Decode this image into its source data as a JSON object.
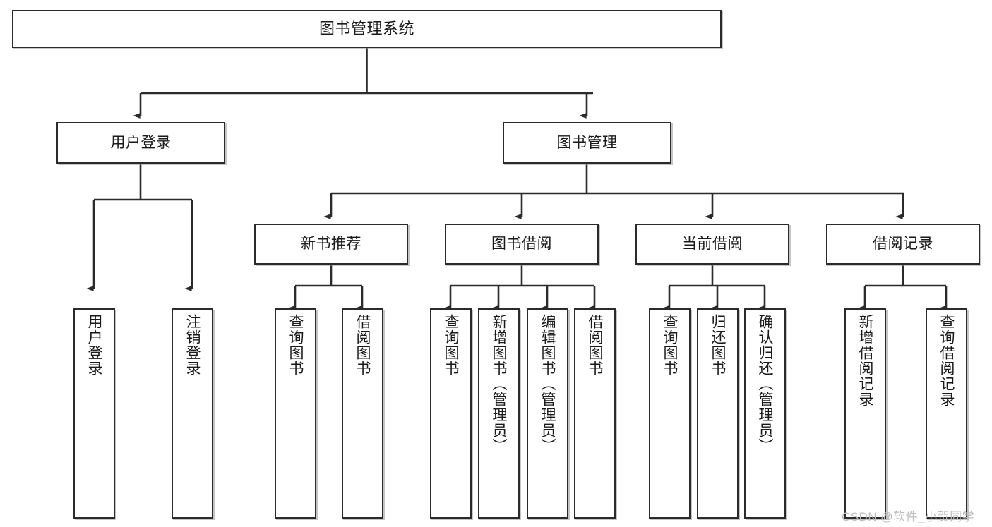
{
  "diagram": {
    "type": "tree-hierarchy",
    "title": "图书管理系统",
    "watermark": "CSDN @软件_小贺同学",
    "colors": {
      "stroke": "#2b2b2b",
      "fill": "#ffffff",
      "shadow": "#969696",
      "watermark": "#bdbdbd"
    },
    "levels": {
      "root": {
        "label": "图书管理系统"
      },
      "level2": [
        {
          "label": "用户登录"
        },
        {
          "label": "图书管理"
        }
      ],
      "level3": [
        {
          "label": "新书推荐"
        },
        {
          "label": "图书借阅"
        },
        {
          "label": "当前借阅"
        },
        {
          "label": "借阅记录"
        }
      ],
      "leaves": {
        "user_login": [
          {
            "label": "用户登录"
          },
          {
            "label": "注销登录"
          }
        ],
        "new_book_recommend": [
          {
            "label": "查询图书"
          },
          {
            "label": "借阅图书"
          }
        ],
        "book_borrow": [
          {
            "label": "查询图书"
          },
          {
            "label": "新增图书（管理员）"
          },
          {
            "label": "编辑图书（管理员）"
          },
          {
            "label": "借阅图书"
          }
        ],
        "current_borrow": [
          {
            "label": "查询图书"
          },
          {
            "label": "归还图书"
          },
          {
            "label": "确认归还（管理员）"
          }
        ],
        "borrow_record": [
          {
            "label": "新增借阅记录"
          },
          {
            "label": "查询借阅记录"
          }
        ]
      }
    }
  }
}
